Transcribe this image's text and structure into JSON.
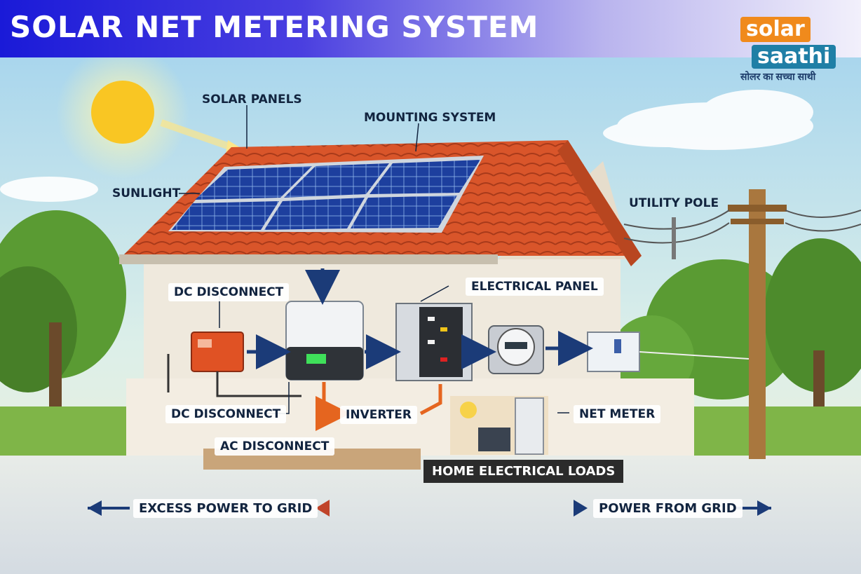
{
  "title": "SOLAR NET METERING SYSTEM",
  "logo": {
    "word1": "solar",
    "word2": "saathi",
    "tagline": "सोलर का सच्चा साथी"
  },
  "labels": {
    "solar_panels": "SOLAR PANELS",
    "mounting_system": "MOUNTING SYSTEM",
    "sunlight": "SUNLIGHT",
    "utility_pole": "UTILITY POLE",
    "dc_disconnect_top": "DC DISCONNECT",
    "electrical_panel": "ELECTRICAL PANEL",
    "dc_disconnect_bottom": "DC DISCONNECT",
    "inverter": "INVERTER",
    "net_meter": "NET METER",
    "ac_disconnect": "AC DISCONNECT",
    "home_loads": "HOME ELECTRICAL LOADS",
    "excess_power": "EXCESS POWER TO GRID",
    "power_from_grid": "POWER FROM GRID"
  },
  "colors": {
    "title_bar_start": "#1a1ad8",
    "roof": "#d9552a",
    "panel": "#1d3f9e",
    "flow_arrow": "#1b3b78",
    "grid_arrow": "#c0442a"
  }
}
